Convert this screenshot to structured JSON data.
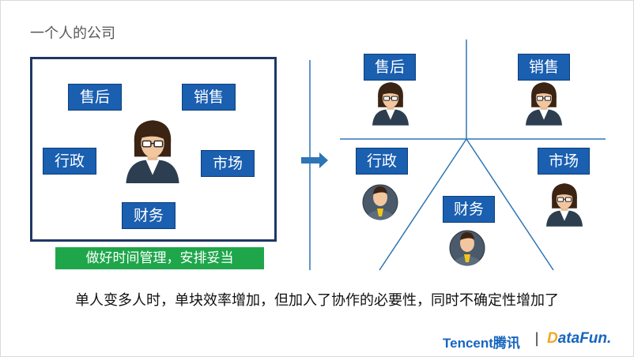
{
  "title": "一个人的公司",
  "left": {
    "tags": [
      "售后",
      "销售",
      "行政",
      "市场",
      "财务"
    ],
    "note": "做好时间管理，安排妥当"
  },
  "right": {
    "tags": [
      "售后",
      "销售",
      "行政",
      "市场",
      "财务"
    ]
  },
  "caption": "单人变多人时，单块效率增加，但加入了协作的必要性，同时不确定性增加了",
  "logos": {
    "tencent": "Tencent",
    "tencent_cn": "腾讯",
    "separator": "|",
    "datafun_accent": "D",
    "datafun_rest": "ataFun."
  },
  "colors": {
    "tag_bg": "#1a5fb0",
    "frame": "#1f3864",
    "note_bg": "#1fa64b",
    "divider": "#2e75b6"
  }
}
